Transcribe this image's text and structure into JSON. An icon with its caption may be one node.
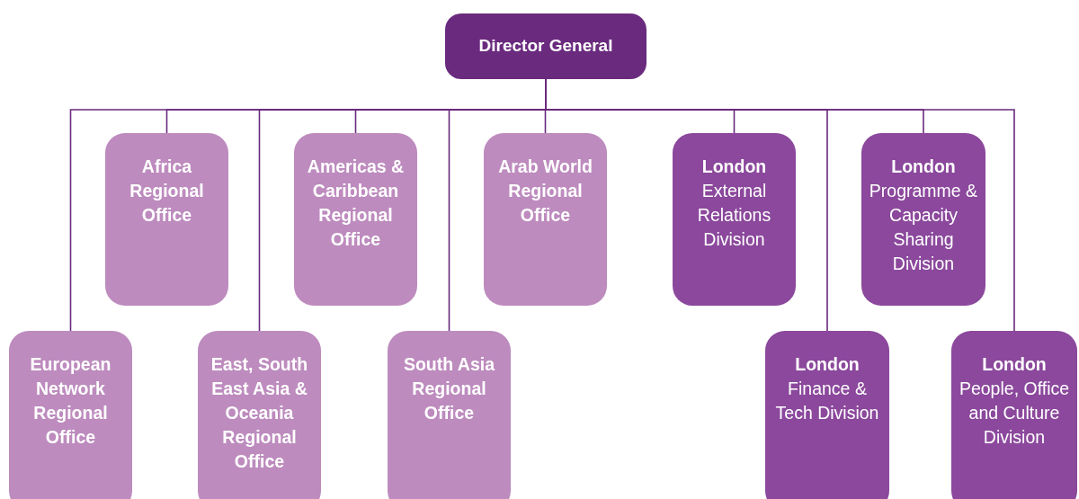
{
  "diagram": {
    "nodes": [
      {
        "text": [
          "Director General"
        ]
      },
      {
        "text": [
          "Africa Regional Office"
        ]
      },
      {
        "text": [
          "Americas & Caribbean Regional Office"
        ]
      },
      {
        "text": [
          "Arab World Regional Office"
        ]
      },
      {
        "text": [
          "London",
          "External Relations Division"
        ]
      },
      {
        "text": [
          "London",
          "Programme & Capacity Sharing Division"
        ]
      },
      {
        "text": [
          "European Network Regional Office"
        ]
      },
      {
        "text": [
          "East, South East Asia & Oceania Regional Office"
        ]
      },
      {
        "text": [
          "South Asia Regional Office"
        ]
      },
      {
        "text": [
          "London",
          "Finance & Tech Division"
        ]
      },
      {
        "text": [
          "London",
          "People, Office and Culture Division"
        ]
      }
    ],
    "edges": [
      {
        "from": 0,
        "to": 1,
        "arrow": "none"
      },
      {
        "from": 0,
        "to": 2,
        "arrow": "none"
      },
      {
        "from": 0,
        "to": 3,
        "arrow": "none"
      },
      {
        "from": 0,
        "to": 4,
        "arrow": "none"
      },
      {
        "from": 0,
        "to": 5,
        "arrow": "none"
      },
      {
        "from": 0,
        "to": 6,
        "arrow": "none"
      },
      {
        "from": 0,
        "to": 7,
        "arrow": "none"
      },
      {
        "from": 0,
        "to": 8,
        "arrow": "none"
      },
      {
        "from": 0,
        "to": 9,
        "arrow": "none"
      },
      {
        "from": 0,
        "to": 10,
        "arrow": "none"
      }
    ]
  }
}
